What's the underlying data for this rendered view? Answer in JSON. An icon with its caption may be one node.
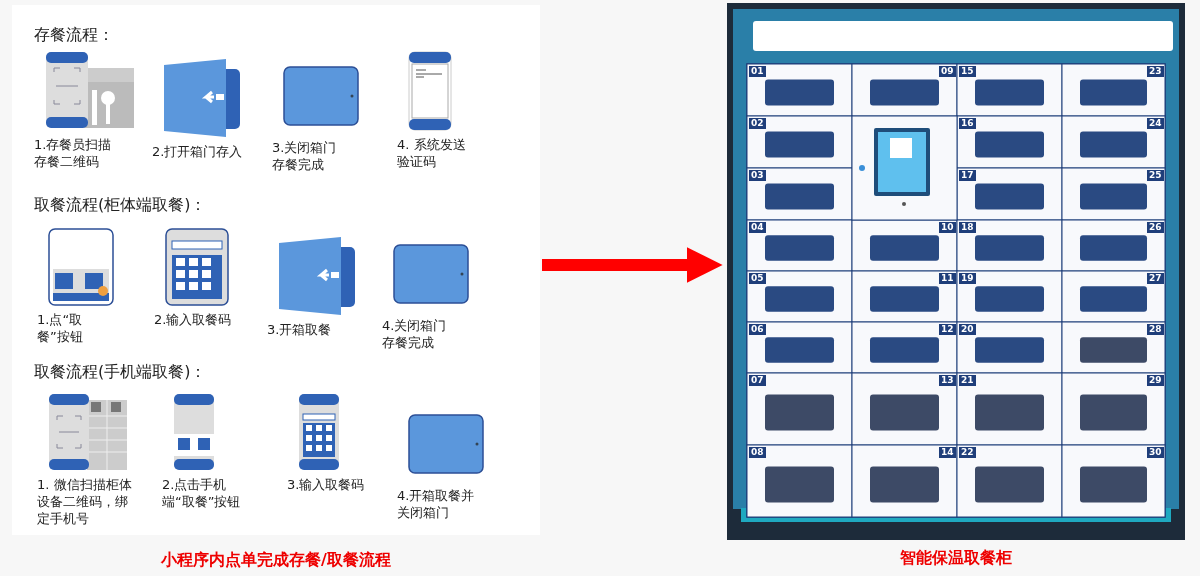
{
  "diagram": {
    "nodes": [
      {
        "text": [
          "小程序内点单完成存餐/取餐流程"
        ]
      },
      {
        "text": [
          "智能保温取餐柜"
        ]
      },
      {
        "text": [
          "1.存餐员扫描存餐二维码"
        ],
        "in": 0
      },
      {
        "text": [
          "2.打开箱门存入"
        ],
        "in": 0
      },
      {
        "text": [
          "3.关闭箱门存餐完成"
        ],
        "in": 0
      },
      {
        "text": [
          "4. 系统发送验证码"
        ],
        "in": 0
      },
      {
        "text": [
          "1.点“取餐”按钮"
        ],
        "in": 0
      },
      {
        "text": [
          "2.输入取餐码"
        ],
        "in": 0
      },
      {
        "text": [
          "3.开箱取餐"
        ],
        "in": 0
      },
      {
        "text": [
          "4.关闭箱门存餐完成"
        ],
        "in": 0
      },
      {
        "text": [
          "1. 微信扫描柜体设备二维码，绑定手机号"
        ],
        "in": 0
      },
      {
        "text": [
          "2.点击手机端“取餐”按钮"
        ],
        "in": 0
      },
      {
        "text": [
          "3.输入取餐码"
        ],
        "in": 0
      },
      {
        "text": [
          "4.开箱取餐并关闭箱门"
        ],
        "in": 0
      }
    ],
    "edges": [
      {
        "from": 0,
        "to": 1,
        "arrow": "to",
        "color": "#ff0000"
      }
    ],
    "labels": [
      "存餐流程：",
      "取餐流程(柜体端取餐)：",
      "取餐流程(手机端取餐)：",
      "01",
      "09",
      "15",
      "23",
      "02",
      "16",
      "24",
      "03",
      "17",
      "25",
      "04",
      "10",
      "18",
      "26",
      "05",
      "11",
      "19",
      "27",
      "06",
      "12",
      "20",
      "28",
      "07",
      "13",
      "21",
      "29",
      "08",
      "14",
      "22",
      "30"
    ]
  }
}
